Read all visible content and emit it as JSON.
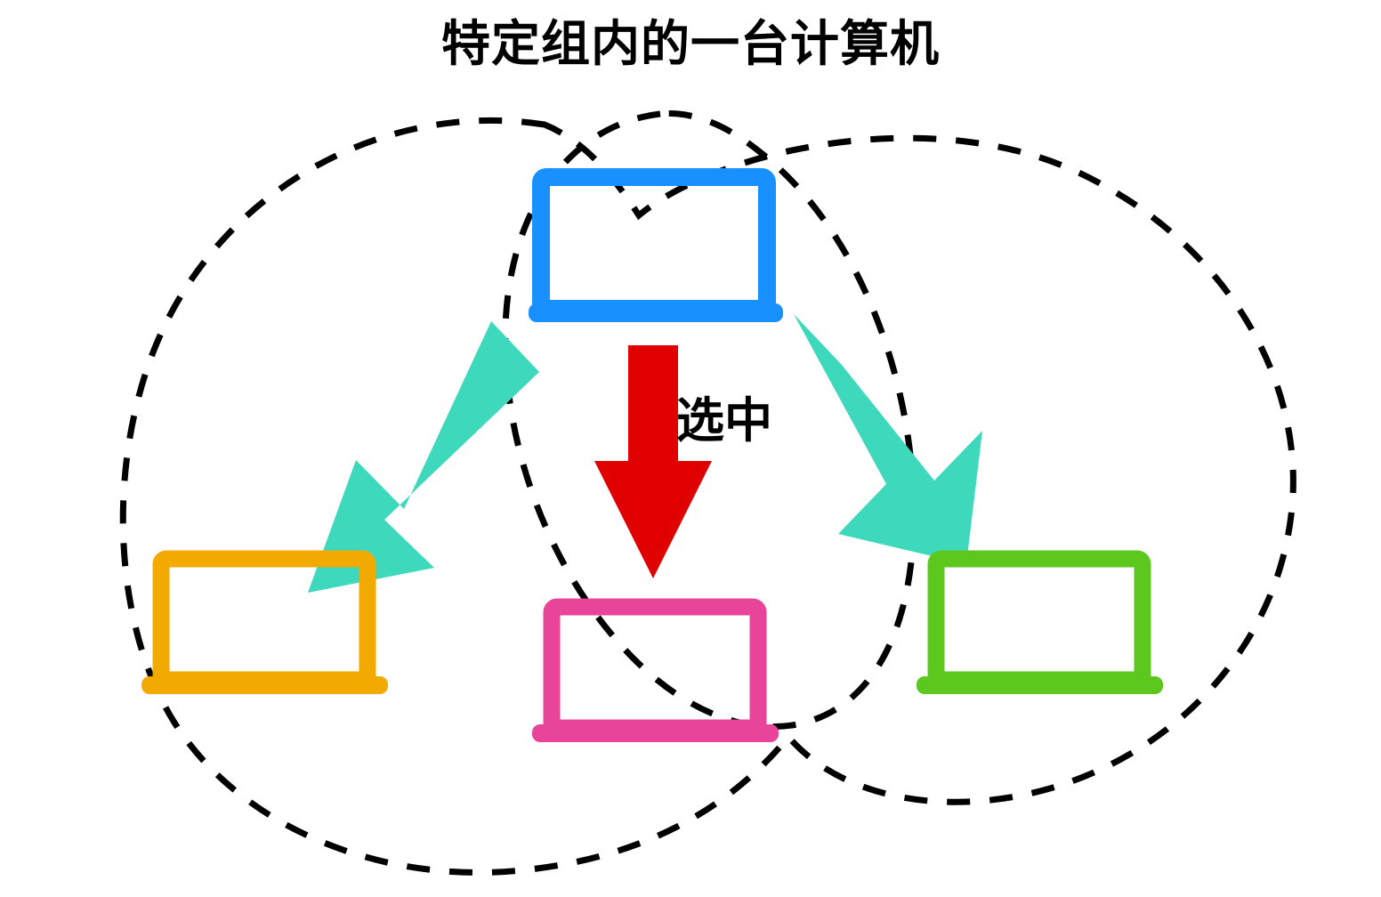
{
  "diagram": {
    "title": "特定组内的一台计算机",
    "selected_label": "选中",
    "background_color": "#ffffff",
    "group_boundary": {
      "style": "dashed",
      "color": "#000000",
      "stroke_width": 7,
      "dash_pattern": "26 22",
      "shapes": [
        "outer-group-blob",
        "inner-group-circle"
      ]
    },
    "computers": [
      {
        "id": "computer-top-blue",
        "name": "blue-laptop",
        "color": "#1890ff",
        "position": "top-center",
        "state": "source"
      },
      {
        "id": "computer-left-orange",
        "name": "orange-laptop",
        "color": "#f2a900",
        "position": "bottom-left",
        "state": "peer"
      },
      {
        "id": "computer-center-pink",
        "name": "pink-laptop",
        "color": "#e8459a",
        "position": "bottom-center",
        "state": "selected"
      },
      {
        "id": "computer-right-green",
        "name": "green-laptop",
        "color": "#5cc81e",
        "position": "bottom-right",
        "state": "peer"
      }
    ],
    "arrows": [
      {
        "id": "arrow-left-teal",
        "color": "#3ed9bc",
        "direction": "down-left",
        "from": "computer-top-blue",
        "to": "computer-left-orange",
        "label": ""
      },
      {
        "id": "arrow-center-red",
        "color": "#e00000",
        "direction": "down",
        "from": "computer-top-blue",
        "to": "computer-center-pink",
        "label": "选中"
      },
      {
        "id": "arrow-right-teal",
        "color": "#3ed9bc",
        "direction": "down-right",
        "from": "computer-top-blue",
        "to": "computer-right-green",
        "label": ""
      }
    ]
  }
}
